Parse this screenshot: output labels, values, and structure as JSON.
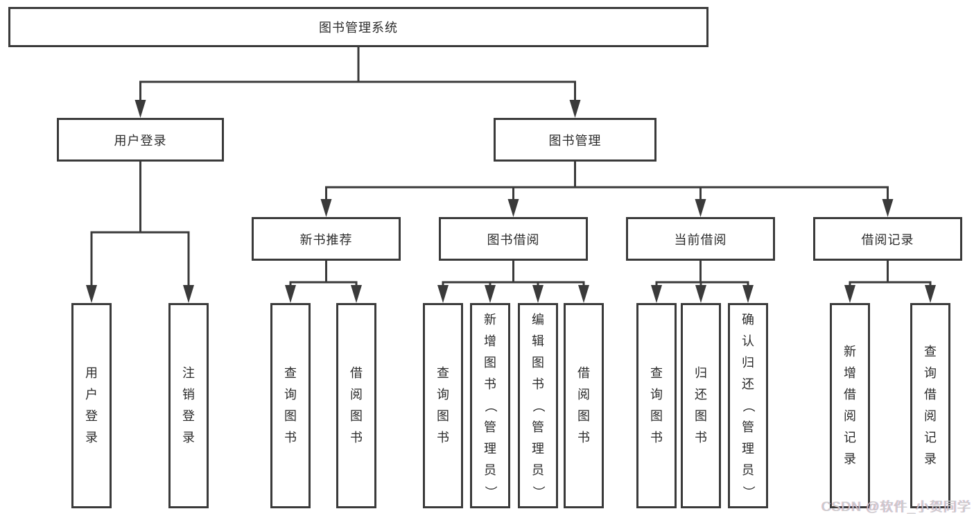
{
  "diagram": {
    "title": "图书管理系统",
    "nodes": [
      {
        "id": "root",
        "label": "图书管理系统",
        "level": 1,
        "parent": null
      },
      {
        "id": "user-login",
        "label": "用户登录",
        "level": 2,
        "parent": "root"
      },
      {
        "id": "book-mgmt",
        "label": "图书管理",
        "level": 2,
        "parent": "root"
      },
      {
        "id": "new-book-rec",
        "label": "新书推荐",
        "level": 3,
        "parent": "book-mgmt"
      },
      {
        "id": "book-borrow",
        "label": "图书借阅",
        "level": 3,
        "parent": "book-mgmt"
      },
      {
        "id": "current-borrow",
        "label": "当前借阅",
        "level": 3,
        "parent": "book-mgmt"
      },
      {
        "id": "borrow-records",
        "label": "借阅记录",
        "level": 3,
        "parent": "book-mgmt"
      },
      {
        "id": "leaf-user-login",
        "label": "用户登录",
        "level": 4,
        "parent": "user-login"
      },
      {
        "id": "leaf-logout",
        "label": "注销登录",
        "level": 4,
        "parent": "user-login"
      },
      {
        "id": "g2-query",
        "label": "查询图书",
        "level": 4,
        "parent": "new-book-rec"
      },
      {
        "id": "g2-borrow",
        "label": "借阅图书",
        "level": 4,
        "parent": "new-book-rec"
      },
      {
        "id": "g3-query",
        "label": "查询图书",
        "level": 4,
        "parent": "book-borrow"
      },
      {
        "id": "g3-add",
        "label": "新增图书（管理员）",
        "level": 4,
        "parent": "book-borrow"
      },
      {
        "id": "g3-edit",
        "label": "编辑图书（管理员）",
        "level": 4,
        "parent": "book-borrow"
      },
      {
        "id": "g3-borrow",
        "label": "借阅图书",
        "level": 4,
        "parent": "book-borrow"
      },
      {
        "id": "g4-query",
        "label": "查询图书",
        "level": 4,
        "parent": "current-borrow"
      },
      {
        "id": "g4-return",
        "label": "归还图书",
        "level": 4,
        "parent": "current-borrow"
      },
      {
        "id": "g4-confirm",
        "label": "确认归还（管理员）",
        "level": 4,
        "parent": "current-borrow"
      },
      {
        "id": "g5-add",
        "label": "新增借阅记录",
        "level": 4,
        "parent": "borrow-records"
      },
      {
        "id": "g5-query",
        "label": "查询借阅记录",
        "level": 4,
        "parent": "borrow-records"
      }
    ]
  },
  "watermark": {
    "text": "CSDN @软件_小贺同学"
  },
  "colors": {
    "background": "#ffffff",
    "line": "#3a3a3a",
    "box_border": "#3a3a3a",
    "text": "#2b2b2b",
    "watermark": "#cccccc"
  }
}
